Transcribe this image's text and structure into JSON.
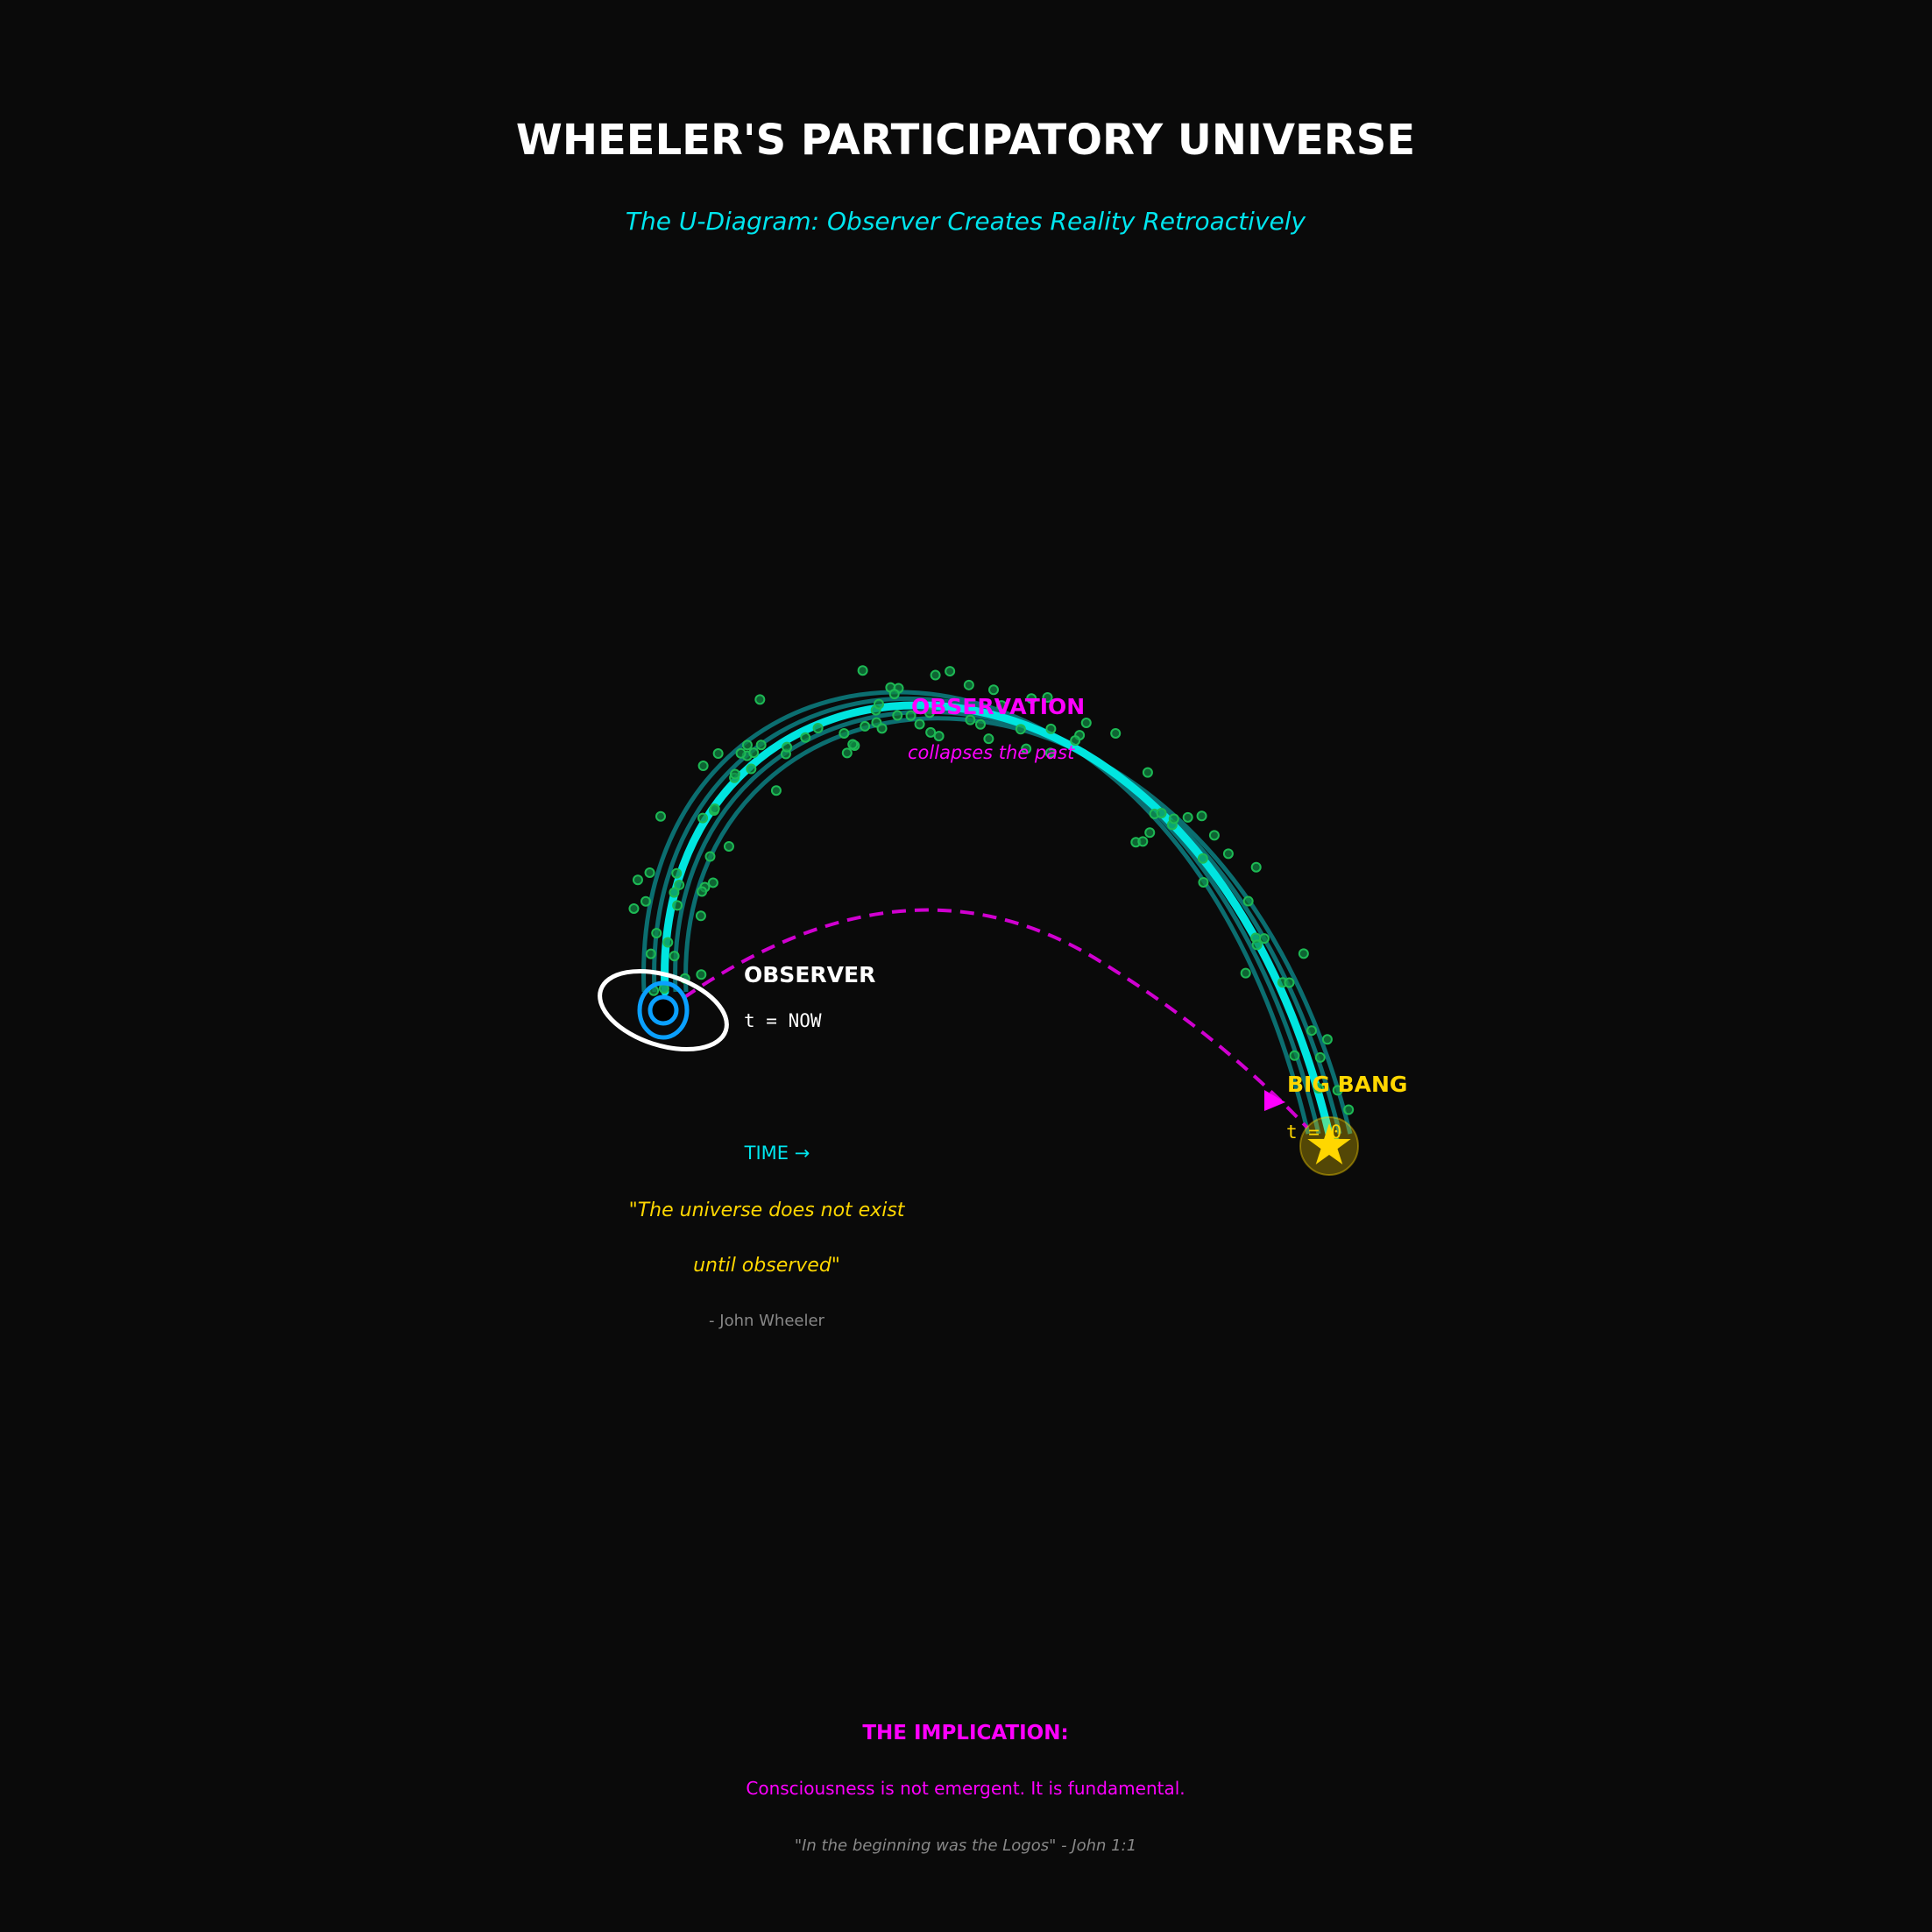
{
  "header": {
    "title": "WHEELER'S PARTICIPATORY UNIVERSE",
    "subtitle": "The U-Diagram: Observer Creates Reality Retroactively"
  },
  "diagram": {
    "observer": {
      "label": "OBSERVER",
      "time": "t = NOW",
      "icon": "eye-icon"
    },
    "observation": {
      "label": "OBSERVATION",
      "sub": "collapses the past"
    },
    "big_bang": {
      "label": "BIG BANG",
      "time": "t = 0",
      "icon": "star-icon"
    },
    "time_axis": "TIME →",
    "quote": {
      "line1": "\"The universe does not exist",
      "line2": "until observed\"",
      "author": "- John Wheeler"
    }
  },
  "footer": {
    "heading": "THE IMPLICATION:",
    "statement": "Consciousness is not emergent. It is fundamental.",
    "citation": "\"In the beginning was the Logos\" - John 1:1"
  },
  "colors": {
    "background": "#0a0a0a",
    "arc": "#00e5e0",
    "arc_faint": "#0b6e70",
    "particles": "#1db954",
    "magenta": "#ff00ff",
    "gold": "#ffd700",
    "observer_blue": "#0aa0ff"
  }
}
